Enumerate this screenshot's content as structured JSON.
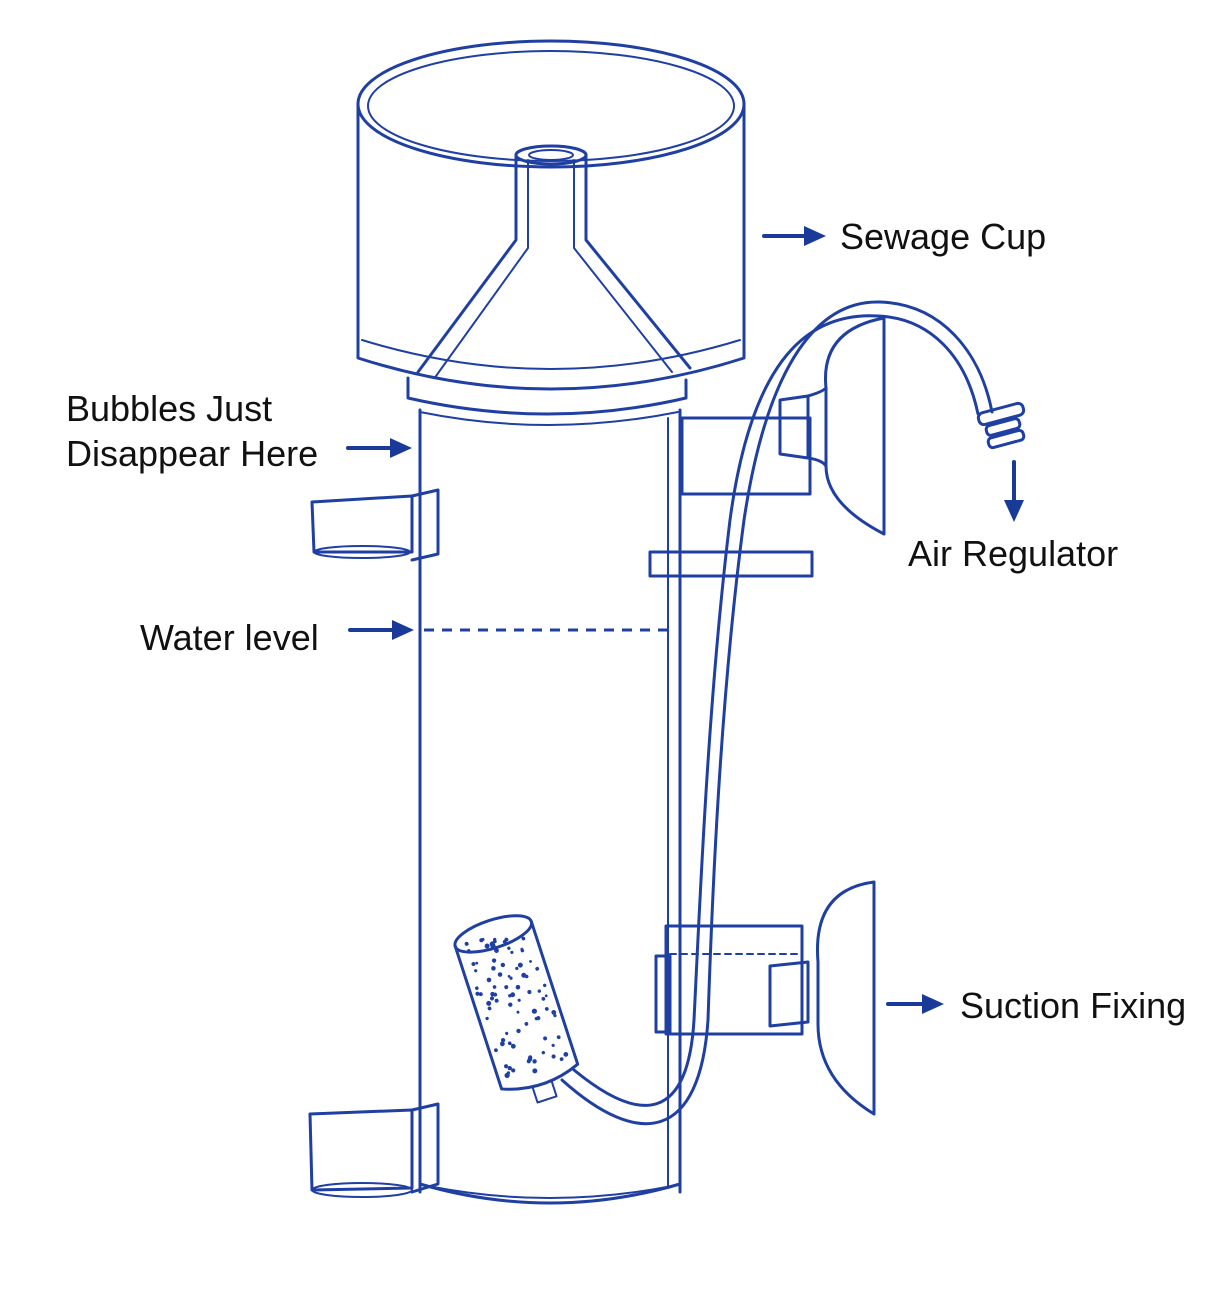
{
  "colors": {
    "ink": "#1f3fa3",
    "arrow": "#1a3a9a",
    "text": "#111111"
  },
  "labels": {
    "sewage_cup": "Sewage Cup",
    "bubbles_line1": "Bubbles Just",
    "bubbles_line2": "Disappear Here",
    "air_regulator": "Air Regulator",
    "water_level": "Water level",
    "suction_fixing": "Suction Fixing"
  }
}
